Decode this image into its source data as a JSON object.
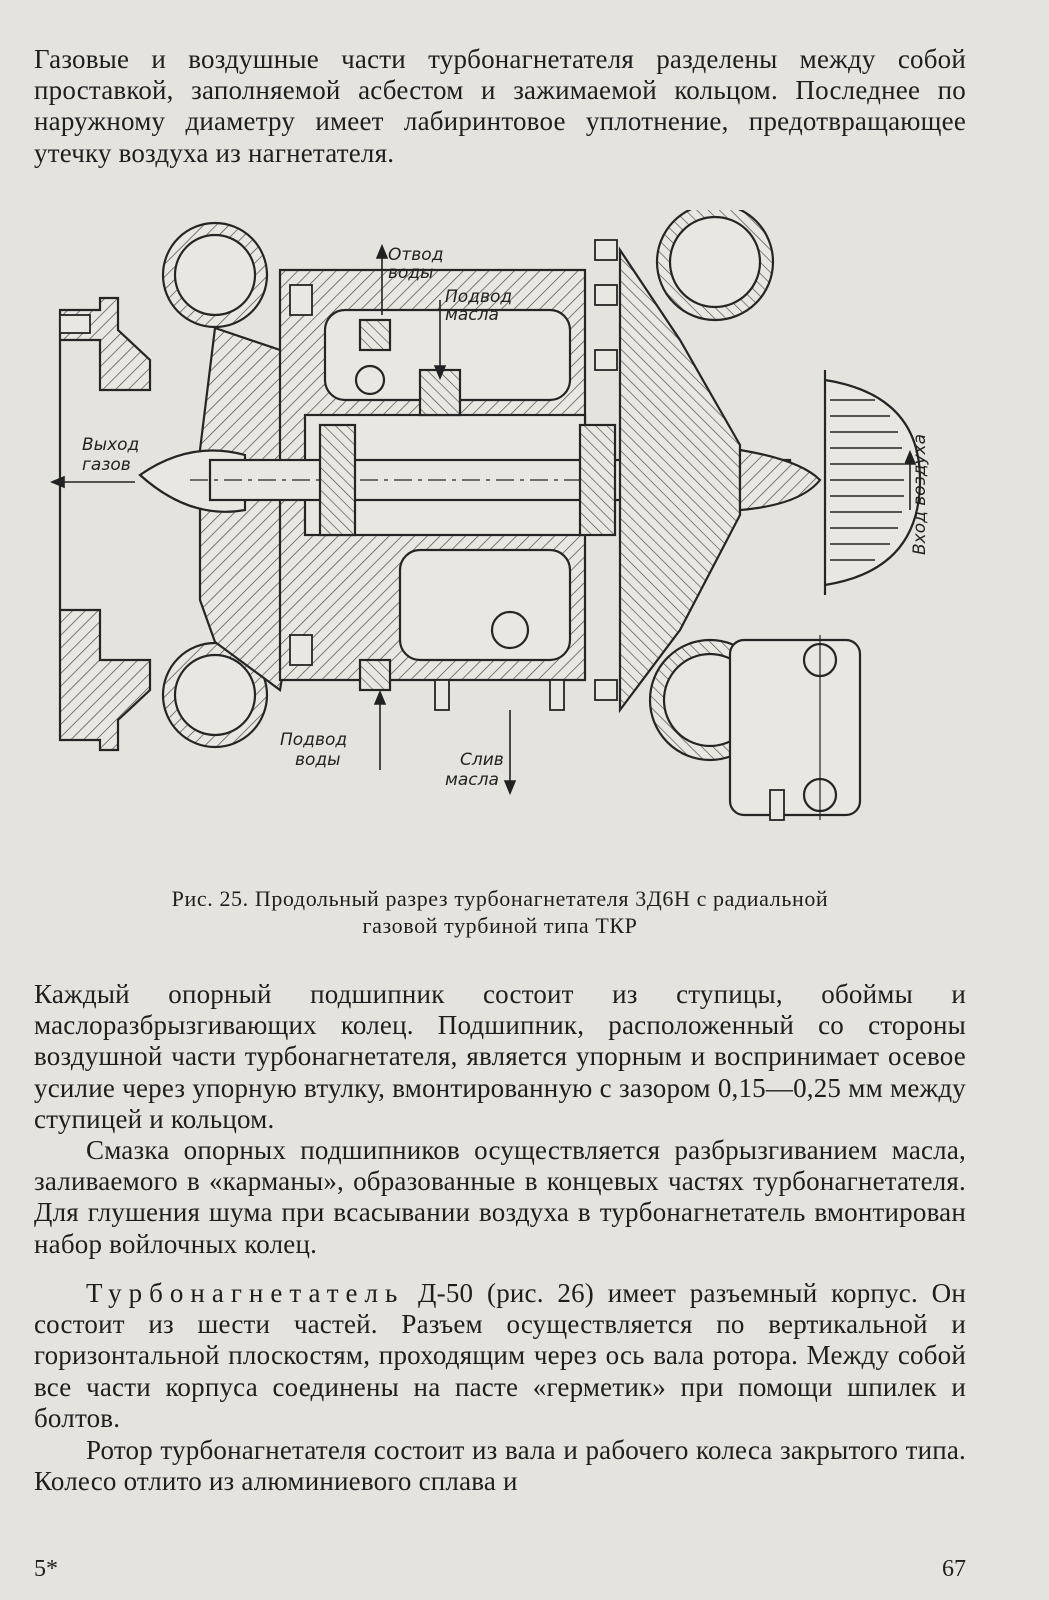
{
  "paragraphs": {
    "p1": "Газовые и воздушные части турбонагнетателя разделены между собой проставкой, заполняемой асбестом и зажимаемой кольцом. Последнее по наружному диаметру имеет лабиринтовое уплотнение, предотвращающее утечку воздуха из нагнетателя.",
    "p2": "Каждый опорный подшипник состоит из ступицы, обоймы и маслоразбрызгивающих колец. Подшипник, расположенный со стороны воздушной части турбонагнетателя, является упорным и воспринимает осевое усилие через упорную втулку, вмонтированную с зазором 0,15—0,25 мм между ступицей и кольцом.",
    "p3": "Смазка опорных подшипников осуществляется разбрызгиванием масла, заливаемого в «карманы», образованные в концевых частях турбонагнетателя. Для глушения шума при всасывании воздуха в турбонагнетатель вмонтирован набор войлочных колец.",
    "p4_word": "Турбонагнетатель",
    "p4_rest": " Д-50 (рис. 26) имеет разъемный корпус. Он состоит из шести частей. Разъем осуществляется по вертикальной и горизонтальной плоскостям, проходящим через ось вала ротора. Между собой все части корпуса соединены на пасте «герметик» при помощи шпилек и болтов.",
    "p5": "Ротор турбонагнетателя состоит из вала и рабочего колеса закрытого типа. Колесо отлито из алюминиевого сплава и"
  },
  "figure": {
    "labels": {
      "water_out": [
        "Отвод",
        "воды"
      ],
      "oil_in": [
        "Подвод",
        "масла"
      ],
      "gas_out": [
        "Выход",
        "газов"
      ],
      "air_in": "Вход воздуха",
      "water_in": [
        "Подвод",
        "воды"
      ],
      "oil_out": [
        "Слив",
        "масла"
      ]
    },
    "caption_line1": "Рис. 25. Продольный разрез турбонагнетателя 3Д6Н с радиальной",
    "caption_line2": "газовой турбиной типа ТКР"
  },
  "footer": {
    "signature": "5*",
    "page_number": "67"
  }
}
